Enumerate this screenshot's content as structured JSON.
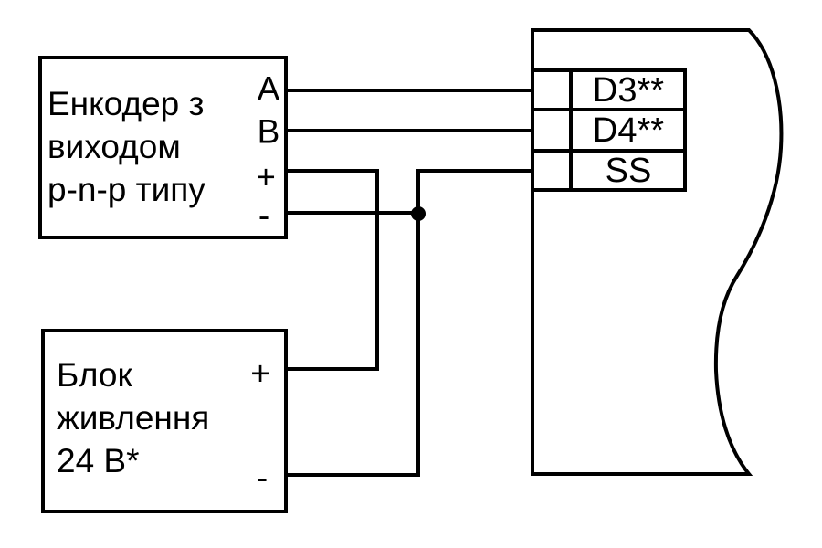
{
  "diagram": {
    "encoder": {
      "label_lines": [
        "Енкодер з",
        "виходом",
        "p-n-p типу"
      ],
      "terminals": {
        "a": "A",
        "b": "B",
        "plus": "+",
        "minus": "-"
      }
    },
    "power_supply": {
      "label_lines": [
        "Блок",
        "живлення",
        "24 В*"
      ],
      "terminals": {
        "plus": "+",
        "minus": "-"
      }
    },
    "device": {
      "terminals": [
        {
          "label": "D3**"
        },
        {
          "label": "D4**"
        },
        {
          "label": "SS"
        }
      ]
    },
    "colors": {
      "line": "#000000",
      "background": "#ffffff"
    }
  }
}
